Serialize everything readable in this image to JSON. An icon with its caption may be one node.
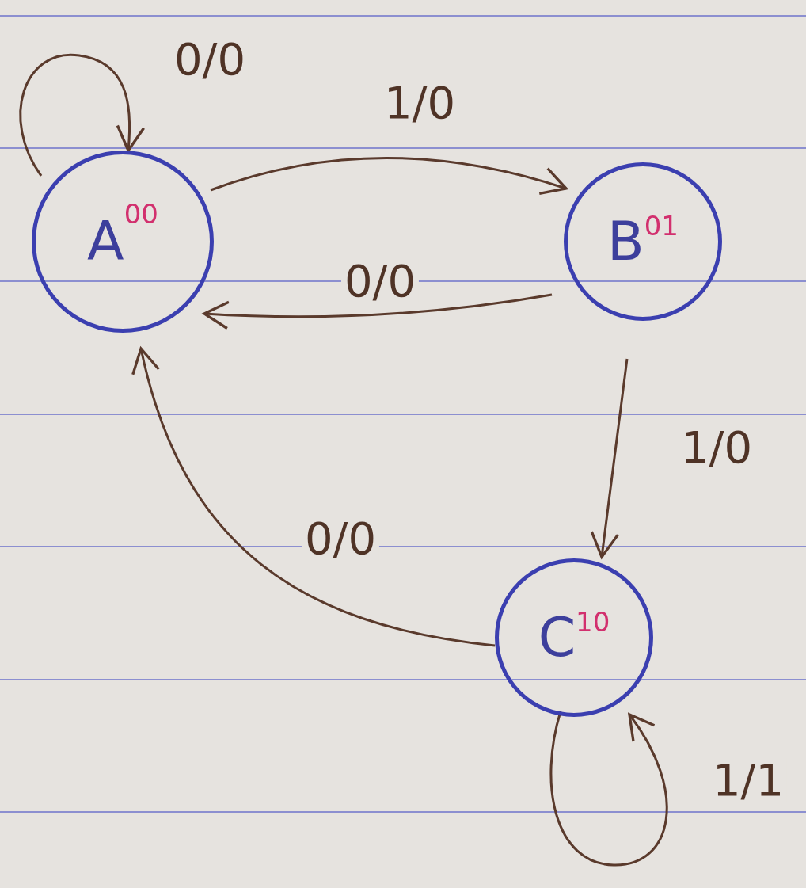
{
  "diagram": {
    "nodes": [
      {
        "text": [
          "A",
          "00"
        ]
      },
      {
        "text": [
          "B",
          "01"
        ]
      },
      {
        "text": [
          "C",
          "10"
        ]
      }
    ],
    "edges": [
      {
        "from": 0,
        "to": 0,
        "arrow": "to",
        "label": "0/0"
      },
      {
        "from": 0,
        "to": 1,
        "arrow": "to",
        "label": "1/0"
      },
      {
        "from": 1,
        "to": 0,
        "arrow": "to",
        "label": "0/0"
      },
      {
        "from": 1,
        "to": 2,
        "arrow": "to",
        "label": "1/0"
      },
      {
        "from": 2,
        "to": 0,
        "arrow": "to",
        "label": "0/0"
      },
      {
        "from": 2,
        "to": 2,
        "arrow": "to",
        "label": "1/1"
      }
    ]
  }
}
